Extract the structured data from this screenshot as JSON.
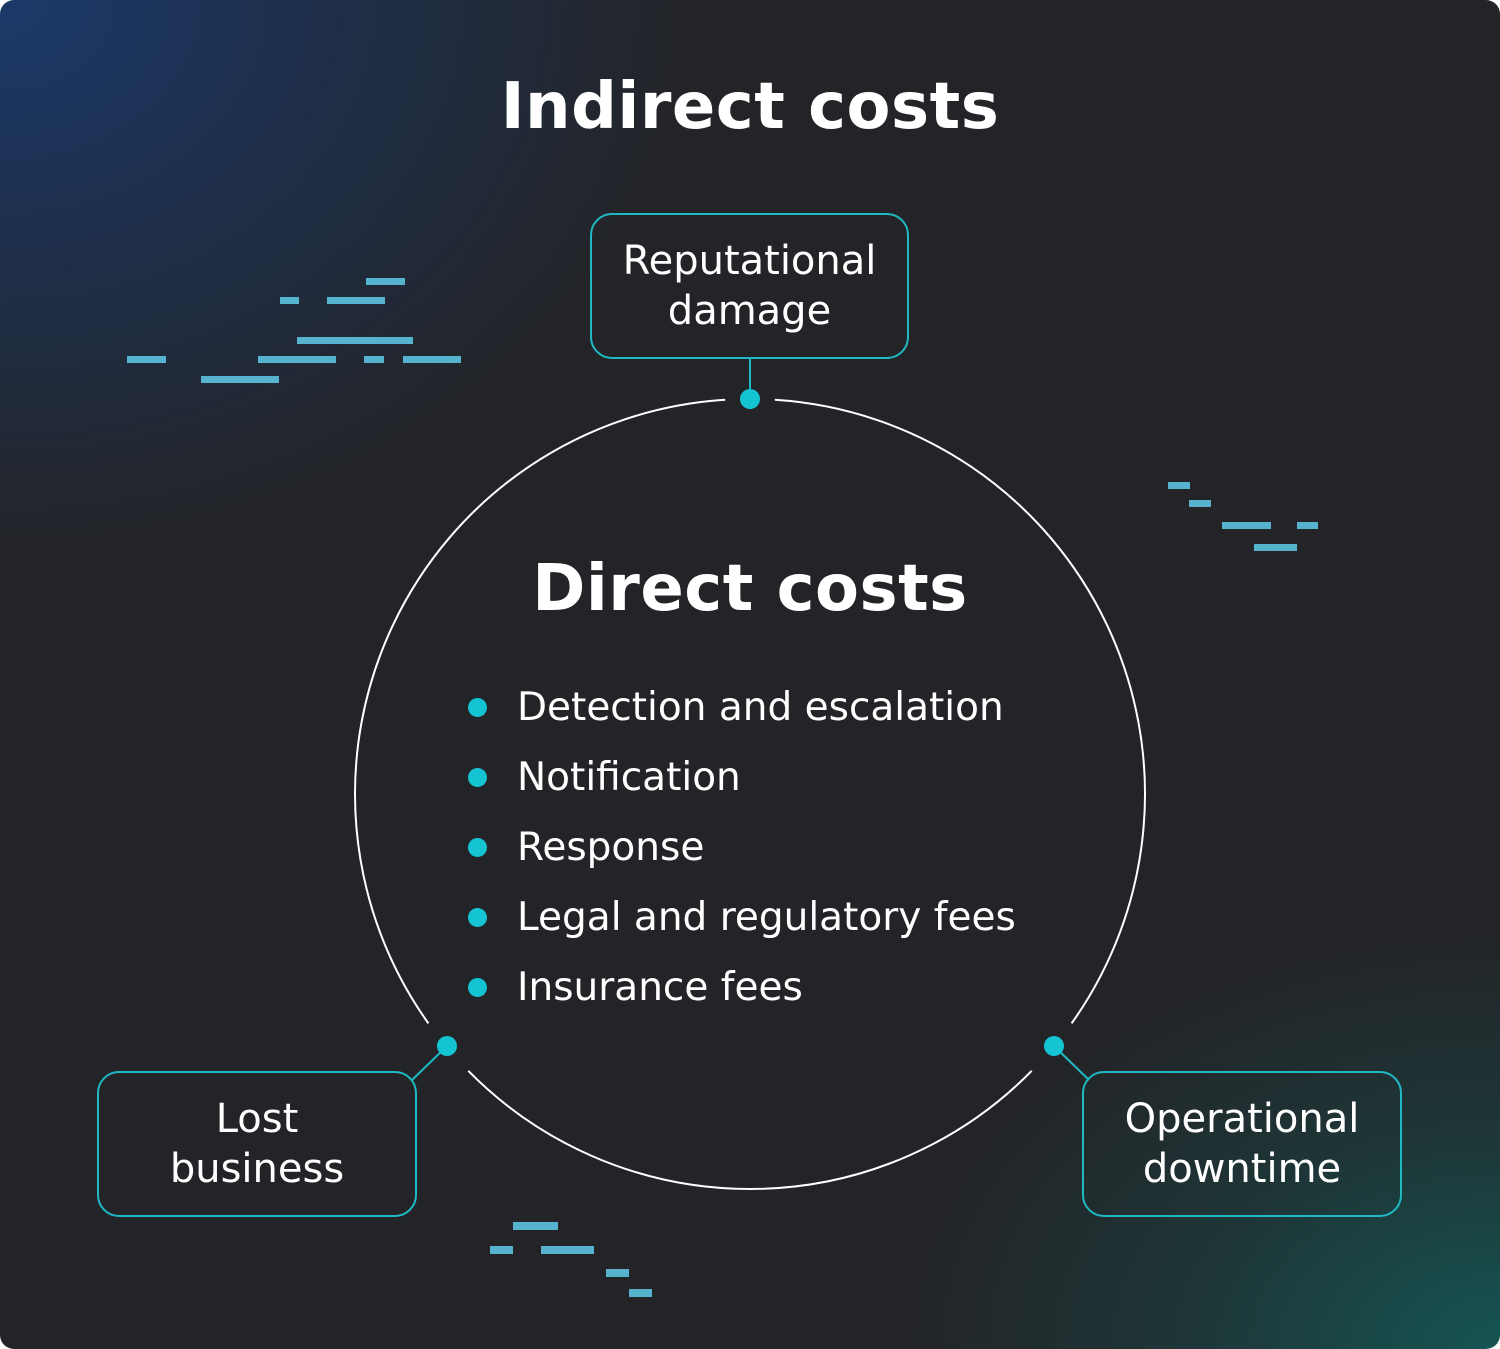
{
  "indirect_title": "Indirect costs",
  "direct_title": "Direct costs",
  "indirect_items": {
    "reputational": [
      "Reputational",
      "damage"
    ],
    "lost": [
      "Lost",
      "business"
    ],
    "operational": [
      "Operational",
      "downtime"
    ]
  },
  "direct_items": [
    "Detection and escalation",
    "Notification",
    "Response",
    "Legal and regulatory fees",
    "Insurance fees"
  ],
  "colors": {
    "accent": "#15c4d2",
    "box_border": "#1fb8c3",
    "dash": "#5bc3e0",
    "circle": "#ffffff"
  }
}
